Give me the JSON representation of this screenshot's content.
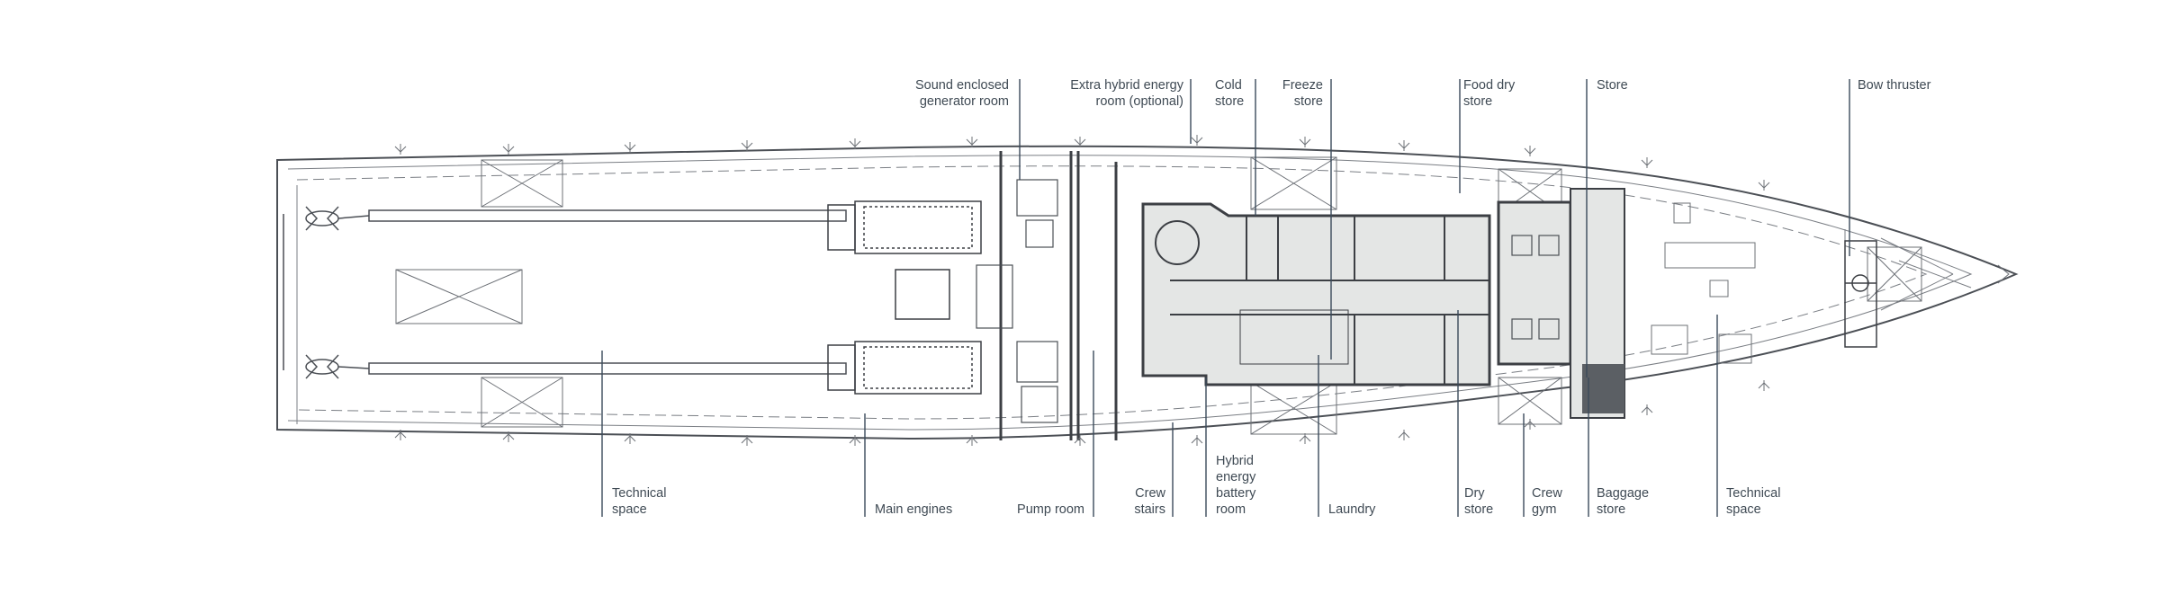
{
  "diagram": {
    "title": "",
    "labels_top": {
      "sound_enclosed_generator_room": [
        "Sound enclosed",
        "generator room"
      ],
      "extra_hybrid_energy_room": [
        "Extra hybrid energy",
        "room (optional)"
      ],
      "cold_store": [
        "Cold",
        "store"
      ],
      "freeze_store": [
        "Freeze",
        "store"
      ],
      "food_dry_store": [
        "Food dry",
        "store"
      ],
      "store": [
        "Store"
      ],
      "bow_thruster": [
        "Bow thruster"
      ]
    },
    "labels_bottom": {
      "technical_space_aft": [
        "Technical",
        "space"
      ],
      "main_engines": [
        "Main engines"
      ],
      "pump_room": [
        "Pump room"
      ],
      "crew_stairs": [
        "Crew",
        "stairs"
      ],
      "hybrid_energy_battery_room": [
        "Hybrid",
        "energy",
        "battery",
        "room"
      ],
      "laundry": [
        "Laundry"
      ],
      "dry_store": [
        "Dry",
        "store"
      ],
      "crew_gym": [
        "Crew",
        "gym"
      ],
      "baggage_store": [
        "Baggage",
        "store"
      ],
      "technical_space_fwd": [
        "Technical",
        "space"
      ]
    },
    "colors": {
      "line": "#4b4f55",
      "leader": "#3a4a5a",
      "shaded_room": "#e4e6e5",
      "wall_dark": "#3c3f44",
      "text": "#3f4a54"
    }
  }
}
